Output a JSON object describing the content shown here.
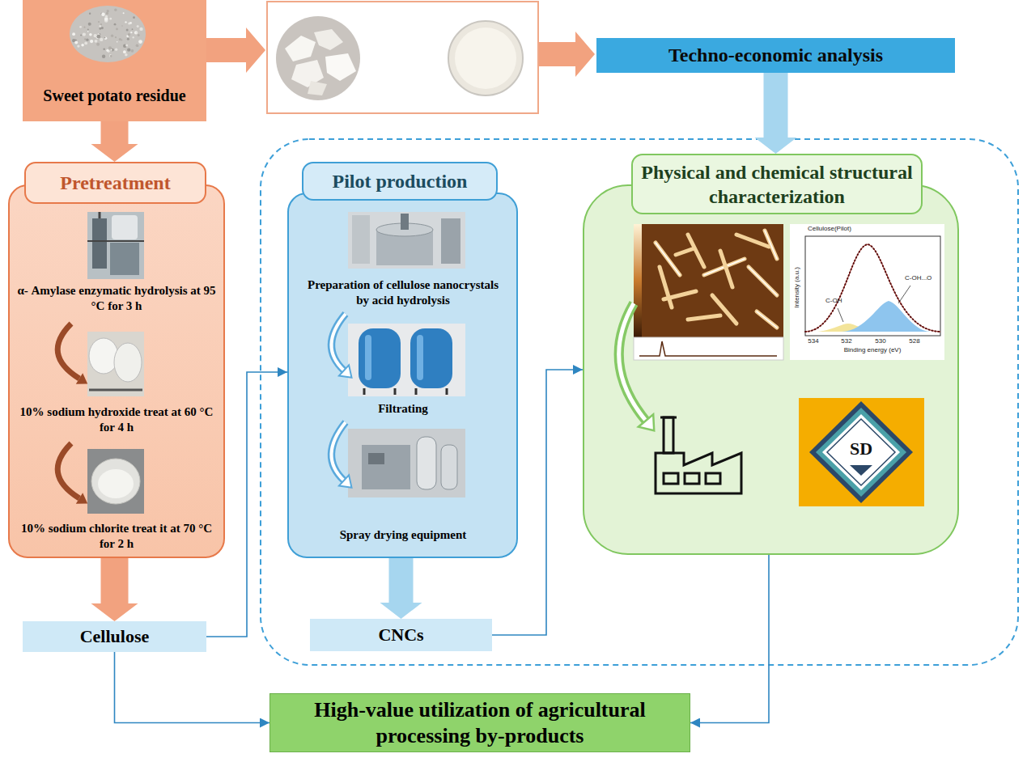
{
  "diagram": {
    "nodes": [
      {
        "text": [
          "Sweet potato residue"
        ]
      },
      {
        "text": [
          "Techno-economic analysis"
        ]
      },
      {
        "text": [
          "Pretreatment",
          "α- Amylase enzymatic hydrolysis at 95 °C for 3 h",
          "10% sodium hydroxide treat at 60 °C for 4 h",
          "10% sodium chlorite treat it at 70 °C for 2 h"
        ]
      },
      {
        "text": [
          "Cellulose"
        ]
      },
      {
        "text": [
          "Pilot production",
          "Preparation of cellulose nanocrystals by acid hydrolysis",
          "Filtrating",
          "Spray drying equipment"
        ]
      },
      {
        "text": [
          "CNCs"
        ]
      },
      {
        "text": [
          "Physical and chemical structural characterization"
        ]
      },
      {
        "text": [
          "High-value utilization of agricultural processing by-products"
        ]
      }
    ],
    "edges": [
      {
        "from": 0,
        "to": 2,
        "arrow": "to"
      },
      {
        "from": 1,
        "to": 6,
        "arrow": "to"
      },
      {
        "from": 2,
        "to": 3,
        "arrow": "to"
      },
      {
        "from": 3,
        "to": 4,
        "arrow": "to"
      },
      {
        "from": 4,
        "to": 5,
        "arrow": "to"
      },
      {
        "from": 5,
        "to": 6,
        "arrow": "to"
      },
      {
        "from": 3,
        "to": 7,
        "arrow": "to"
      },
      {
        "from": 6,
        "to": 7,
        "arrow": "to"
      }
    ],
    "labels": [
      "Cellulose(Pilot)",
      "C-OH",
      "C-OH...O",
      "Intensity (a.u.)",
      "Binding energy (eV)",
      "534",
      "532",
      "530",
      "528",
      "SD"
    ]
  }
}
